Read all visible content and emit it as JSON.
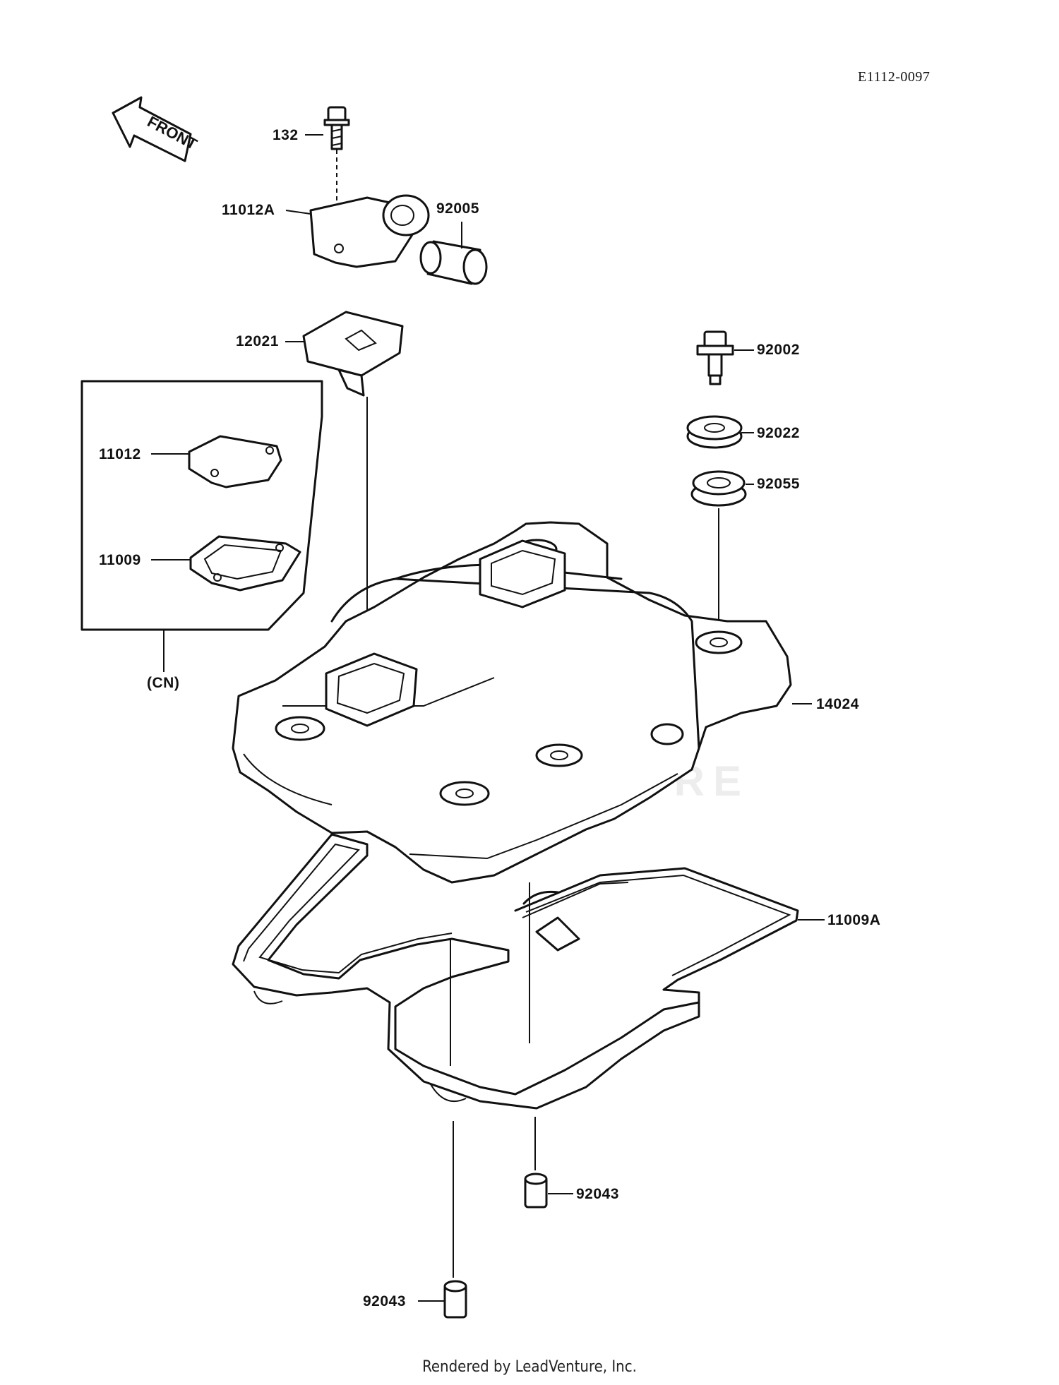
{
  "diagram_code": "E1112-0097",
  "front_label": "FRONT",
  "option_group_label": "(CN)",
  "footer": "Rendered by LeadVenture, Inc.",
  "watermark": "LEADVENTURE",
  "parts": {
    "p132": "132",
    "p11012A": "11012A",
    "p92005": "92005",
    "p12021": "12021",
    "p92002": "92002",
    "p92022": "92022",
    "p92055": "92055",
    "p11012": "11012",
    "p11009": "11009",
    "p14024": "14024",
    "p11009A": "11009A",
    "p92043a": "92043",
    "p92043b": "92043"
  }
}
